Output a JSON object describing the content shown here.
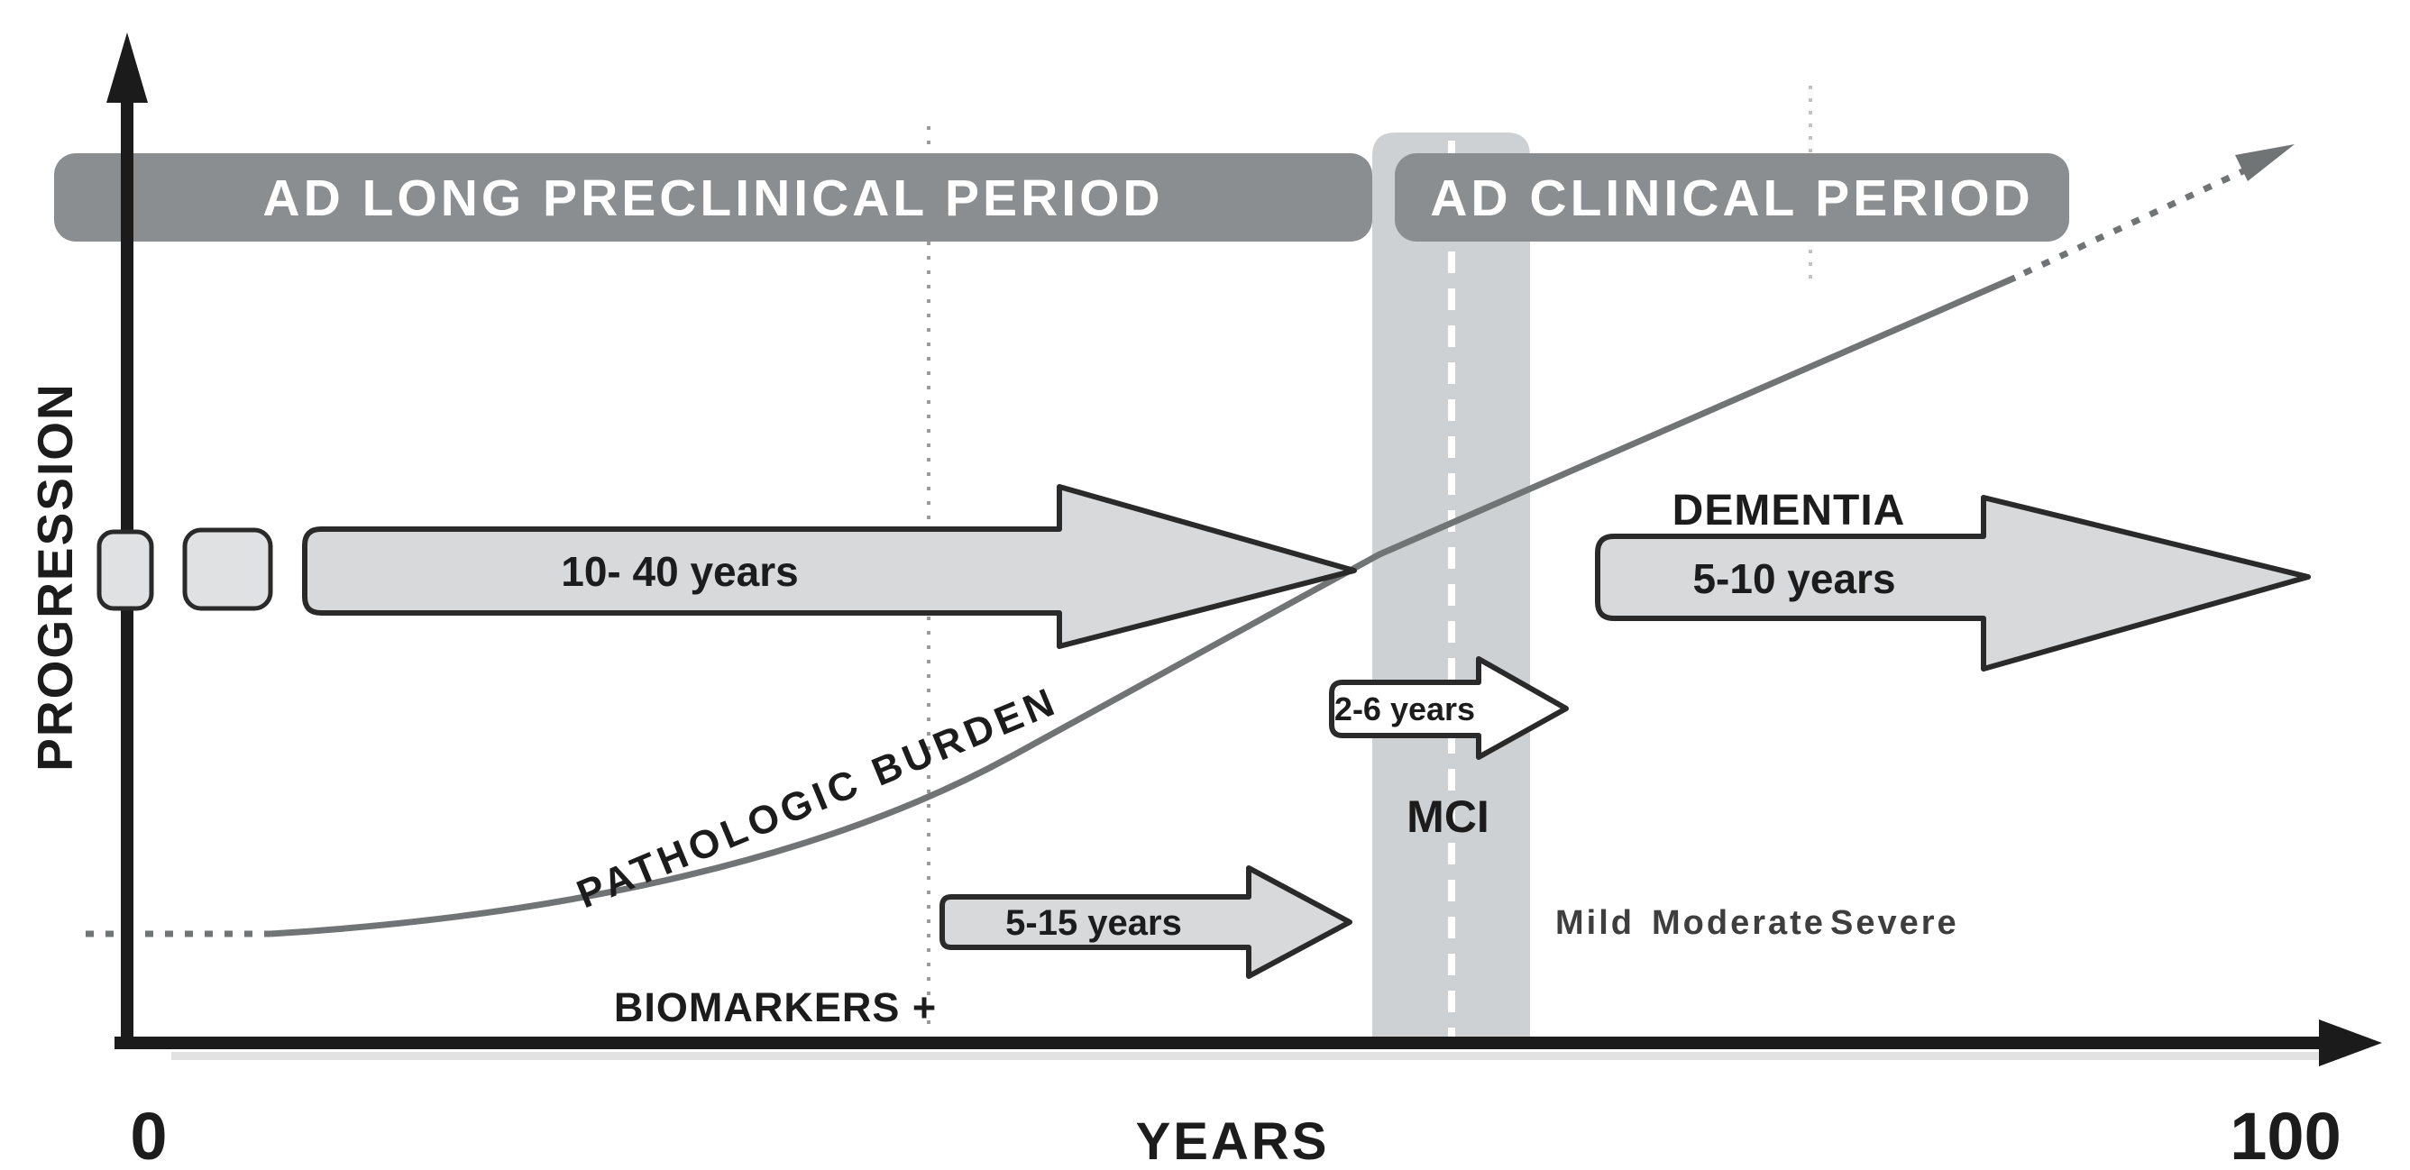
{
  "figure": {
    "periods": {
      "preclinical": "AD LONG PRECLINICAL PERIOD",
      "clinical": "AD CLINICAL PERIOD"
    },
    "axes": {
      "y_label": "PROGRESSION",
      "x_label": "YEARS",
      "x_min": "0",
      "x_max": "100"
    },
    "curve": {
      "label": "PATHOLOGIC BURDEN"
    },
    "stages": {
      "preclinical_duration": "10- 40 years",
      "biomarkers_label": "BIOMARKERS +",
      "biomarkers_duration": "5-15 years",
      "mci_label": "MCI",
      "mci_duration": "2-6 years",
      "dementia_label": "DEMENTIA",
      "dementia_duration": "5-10 years"
    },
    "severity": [
      "Mild",
      "Moderate",
      "Severe"
    ],
    "colors": {
      "period_bar": "#8b8e90",
      "mci_band": "#cdd1d4",
      "arrow_fill": "#d7d9db",
      "outline": "#2a2a2a",
      "curve": "#717475",
      "text": "#1c1c1c"
    }
  }
}
